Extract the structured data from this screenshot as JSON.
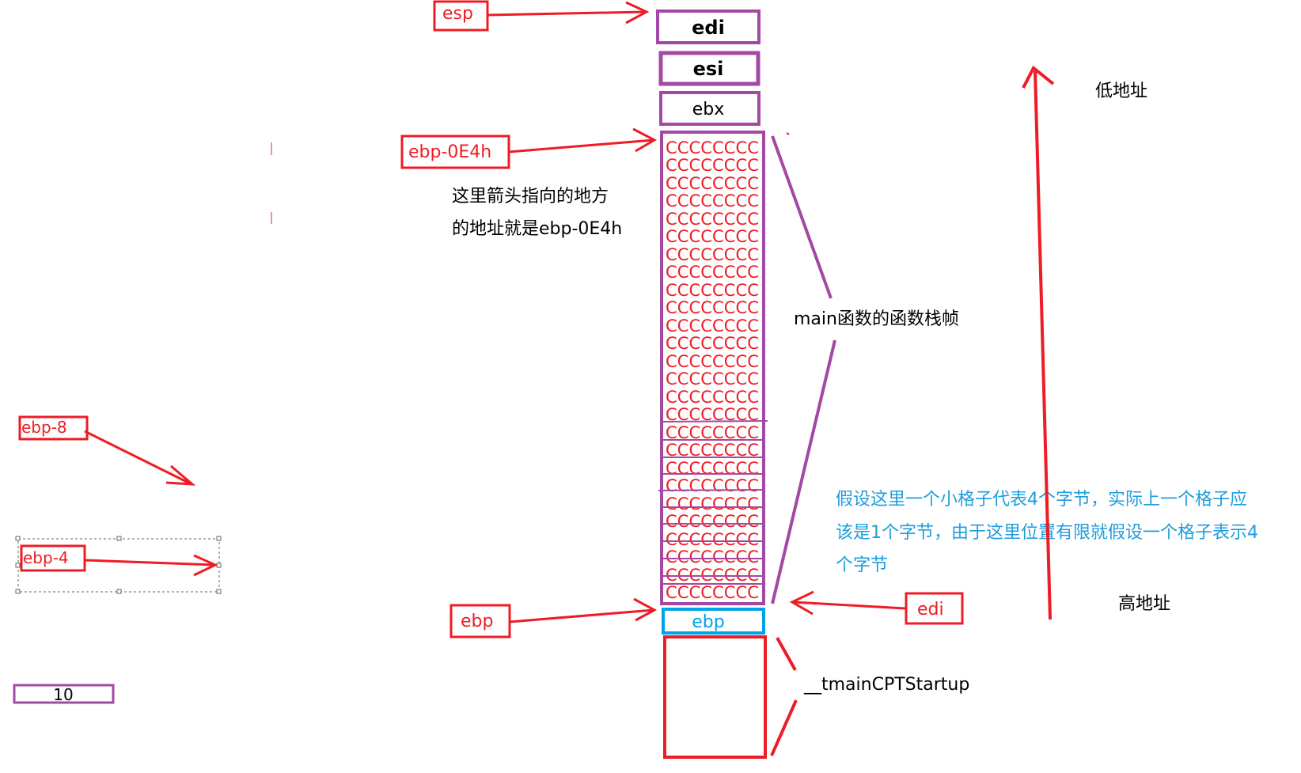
{
  "registers": {
    "edi_top": "edi",
    "esi": "esi",
    "ebx": "ebx",
    "ebp_cell": "ebp"
  },
  "fill_text": "CCCCCCCC",
  "fill_rows": 26,
  "pointers": {
    "esp": "esp",
    "ebp_0e4h": "ebp-0E4h",
    "ebp": "ebp",
    "edi_bottom": "edi",
    "ebp_8": "ebp-8",
    "ebp_4": "ebp-4"
  },
  "value_box": "10",
  "annotations": {
    "arrow_note_line1": "这里箭头指向的地方",
    "arrow_note_line2": "的地址就是ebp-0E4h",
    "frame_label": "main函数的函数栈帧",
    "startup_label": "__tmainCPTStartup",
    "cell_note_line1": "假设这里一个小格子代表4个字节，实际上一个格子应",
    "cell_note_line2": "该是1个字节，由于这里位置有限就假设一个格子表示4",
    "cell_note_line3": "个字节",
    "low_address": "低地址",
    "high_address": "高地址"
  },
  "colors": {
    "red": "#ee1c24",
    "purple": "#a349a4",
    "blue": "#00a2e8",
    "cyan_text": "#1f9ddc",
    "black": "#000000"
  }
}
